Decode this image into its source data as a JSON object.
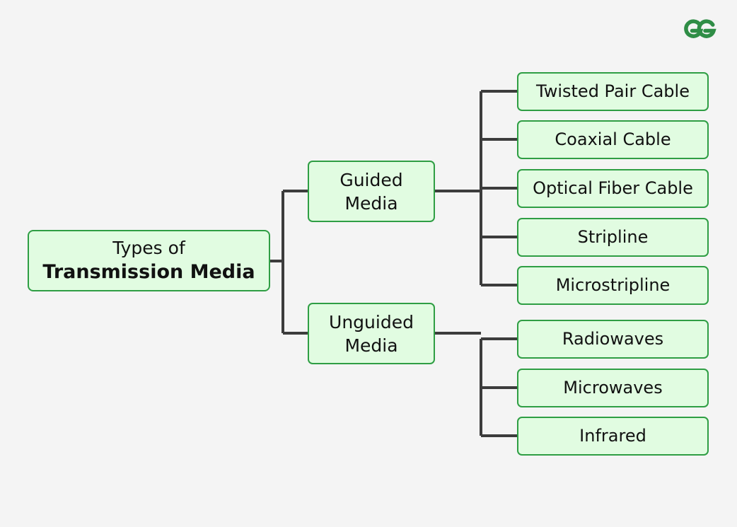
{
  "background_color": "#f4f4f4",
  "node_fill_color": "#e1fce1",
  "node_border_color": "#2f9e44",
  "connector_color": "#3c3c3c",
  "logo": {
    "name": "geeksforgeeks-logo",
    "color": "#2f8d46"
  },
  "chart_data": {
    "type": "tree-diagram",
    "title": "Types of Transmission Media",
    "orientation": "left-to-right",
    "levels": 3
  },
  "diagram": {
    "root": {
      "line1": "Types of",
      "line2": "Transmission Media"
    },
    "branches": [
      {
        "id": "guided",
        "line1": "Guided",
        "line2": "Media",
        "children": [
          {
            "label": "Twisted Pair Cable"
          },
          {
            "label": "Coaxial Cable"
          },
          {
            "label": "Optical Fiber Cable"
          },
          {
            "label": "Stripline"
          },
          {
            "label": "Microstripline"
          }
        ]
      },
      {
        "id": "unguided",
        "line1": "Unguided",
        "line2": "Media",
        "children": [
          {
            "label": "Radiowaves"
          },
          {
            "label": "Microwaves"
          },
          {
            "label": "Infrared"
          }
        ]
      }
    ]
  }
}
